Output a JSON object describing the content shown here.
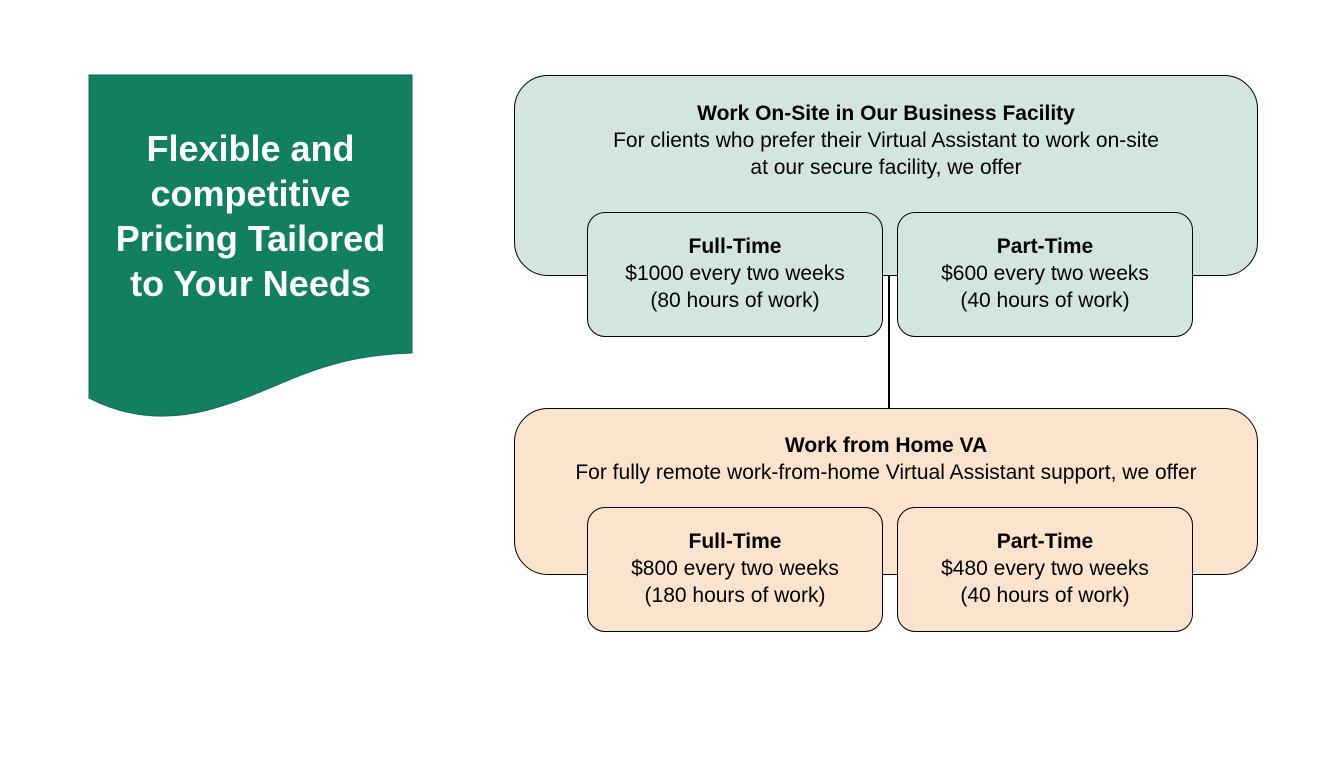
{
  "banner": {
    "title": "Flexible and\ncompetitive\nPricing Tailored\nto Your Needs",
    "color": "#127f60"
  },
  "onsite": {
    "title": "Work On-Site in Our Business Facility",
    "description": "For clients who prefer their Virtual Assistant to work on-site\nat our secure facility, we offer",
    "color": "#d3e6dd",
    "options": [
      {
        "label": "Full-Time",
        "price": "$1000 every two weeks",
        "hours": "(80 hours of work)"
      },
      {
        "label": "Part-Time",
        "price": "$600 every two weeks",
        "hours": "(40 hours of work)"
      }
    ]
  },
  "remote": {
    "title": "Work from Home VA",
    "description": "For fully remote work-from-home Virtual Assistant support, we offer",
    "color": "#fbe3cd",
    "options": [
      {
        "label": "Full-Time",
        "price": "$800 every two weeks",
        "hours": "(180 hours of work)"
      },
      {
        "label": "Part-Time",
        "price": "$480 every two weeks",
        "hours": "(40 hours of work)"
      }
    ]
  }
}
